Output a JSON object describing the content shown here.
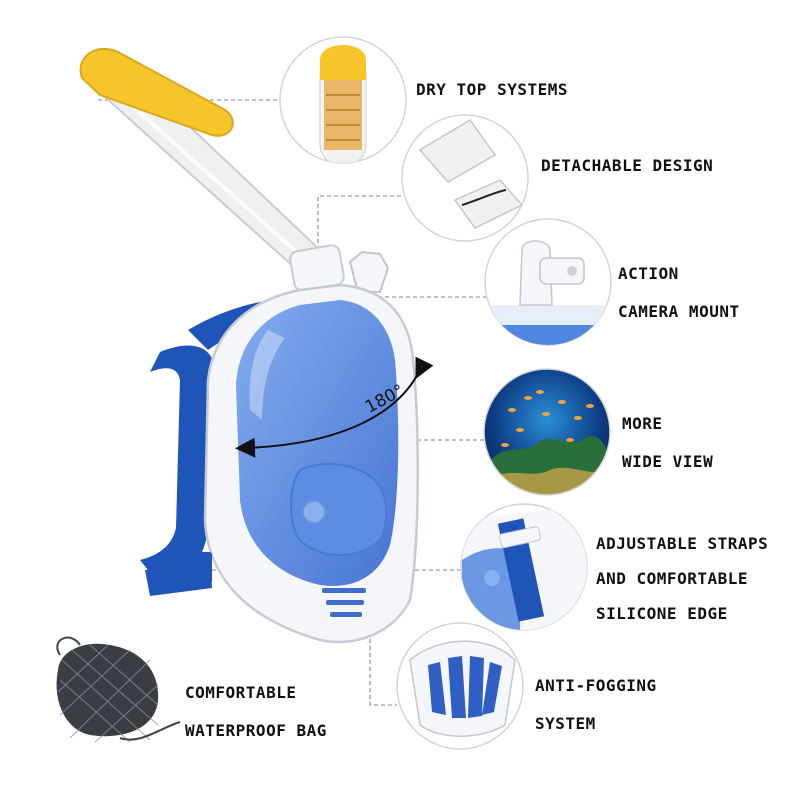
{
  "features": {
    "dry_top": "DRY TOP SYSTEMS",
    "detachable": "DETACHABLE DESIGN",
    "camera_line1": "ACTION",
    "camera_line2": "CAMERA MOUNT",
    "view_line1": "MORE",
    "view_line2": "WIDE VIEW",
    "straps_line1": "ADJUSTABLE STRAPS",
    "straps_line2": "AND COMFORTABLE",
    "straps_line3": "SILICONE EDGE",
    "fog_line1": "ANTI-FOGGING",
    "fog_line2": "SYSTEM",
    "bag_line1": "COMFORTABLE",
    "bag_line2": "WATERPROOF BAG"
  },
  "mask": {
    "view_angle": "180°"
  },
  "colors": {
    "mask_blue": "#4f86e0",
    "strap_blue": "#1f54b8",
    "frame_white": "#f4f6fa",
    "snorkel_yellow": "#f5c52a",
    "leader": "#9a9a9a"
  }
}
